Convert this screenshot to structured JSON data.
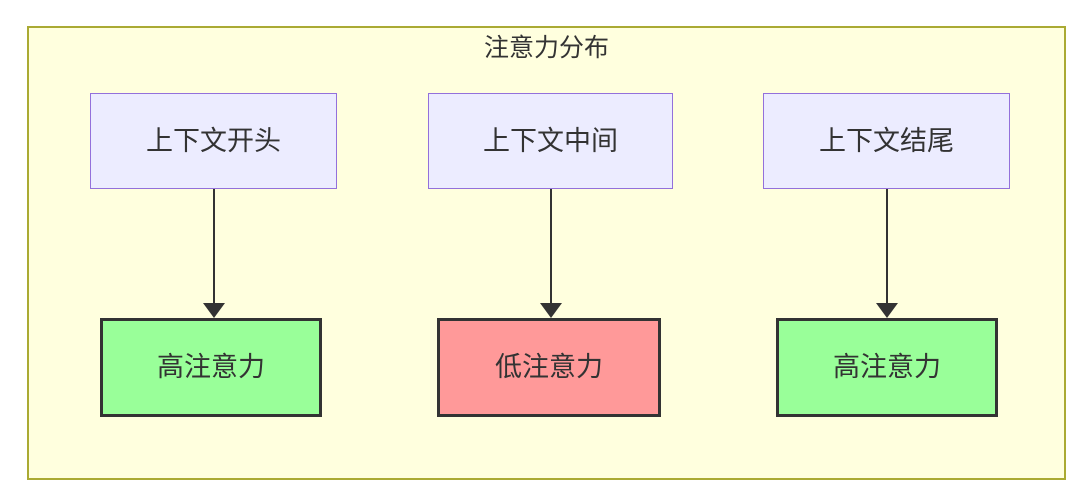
{
  "diagram": {
    "title": "注意力分布",
    "palette": {
      "page_bg": "#ffffff",
      "container_fill": "#ffffde",
      "container_border": "#aaaa33",
      "context_fill": "#ececff",
      "context_border": "#9370db",
      "high_attention_fill": "#99ff99",
      "low_attention_fill": "#ff9999",
      "result_border": "#333333",
      "arrow_color": "#333333",
      "text_color": "#333333"
    },
    "columns": [
      {
        "source": "上下文开头",
        "result": "高注意力",
        "level": "high"
      },
      {
        "source": "上下文中间",
        "result": "低注意力",
        "level": "low"
      },
      {
        "source": "上下文结尾",
        "result": "高注意力",
        "level": "high"
      }
    ]
  }
}
